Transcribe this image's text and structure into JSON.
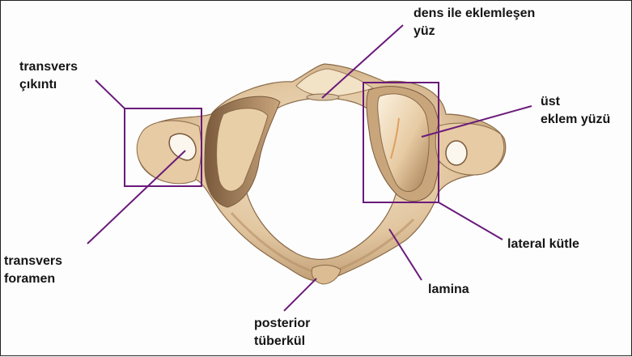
{
  "labels": {
    "dens_facet": [
      "dens ile eklemleşen",
      "yüz"
    ],
    "transverse_process": [
      "transvers",
      "çıkıntı"
    ],
    "superior_facet": [
      "üst",
      "eklem yüzü"
    ],
    "transverse_foramen": [
      "transvers",
      "foramen"
    ],
    "lateral_mass": [
      "lateral kütle"
    ],
    "lamina": [
      "lamina"
    ],
    "posterior_tubercle": [
      "posterior",
      "tüberkül"
    ]
  },
  "colors": {
    "leader_line": "#6a1a7a",
    "callout_box": "#6a1a7a",
    "bone_light": "#efdcc0",
    "bone_mid": "#d9bb93",
    "bone_dark": "#9a7651",
    "text": "#151515"
  }
}
